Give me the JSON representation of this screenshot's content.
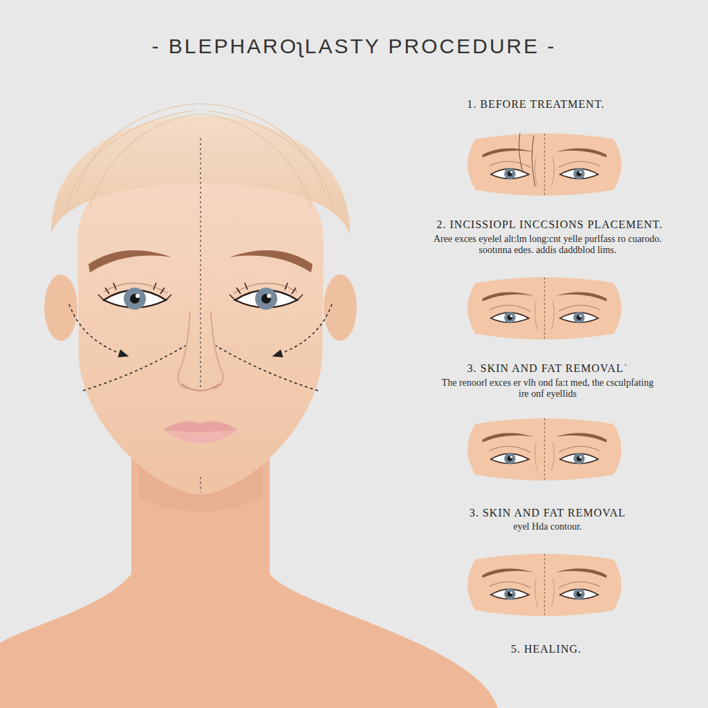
{
  "diagram": {
    "title": "- BLEPHAROʅLASTY PROCEDURE -",
    "labels": [
      "1. BEFORE TREATMENT.",
      "2. INCISSIOPL INCCSIONS PLACEMENT.",
      "Aree exces eyelel alt:lm long:cnt yelle purlfass ro cuarodo. sootınna edes. addis daddblod lims.",
      "3. SKIN AND FAT REMOVALˈ",
      "The renoorl exces er vlh ond fa:t med, the csculpfating ire onf eyellids",
      "3. SKIN AND FAT REMOVAL",
      "eyel Hda contour.",
      "5. HEALING."
    ]
  }
}
